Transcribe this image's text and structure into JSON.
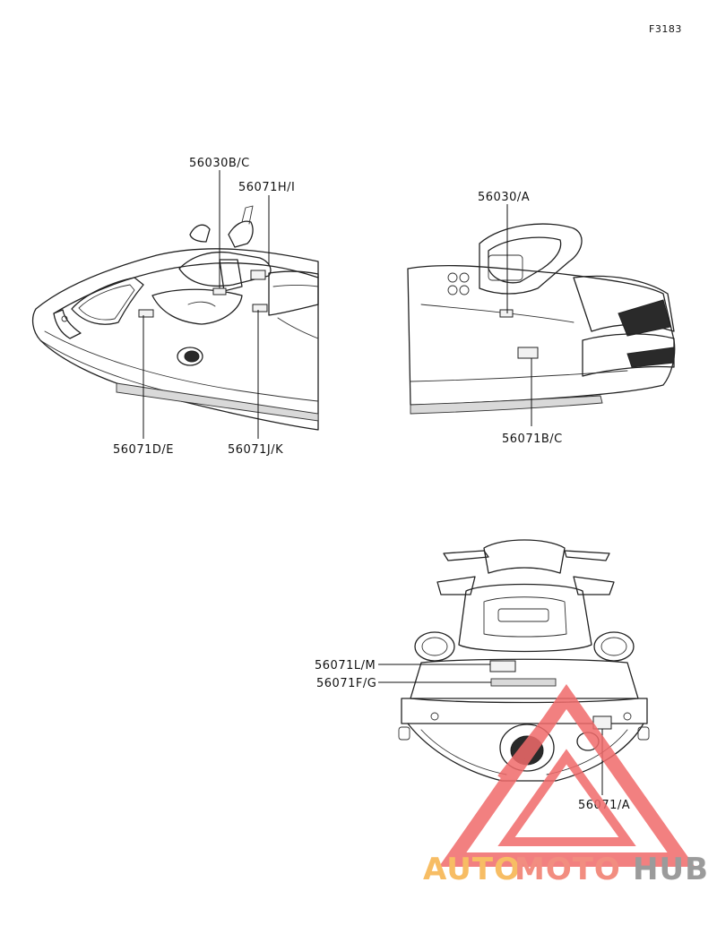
{
  "figure": {
    "code": "F3183"
  },
  "views": {
    "side_view": {
      "labels": {
        "l1": "56030B/C",
        "l2": "56071H/I",
        "l3": "56071D/E",
        "l4": "56071J/K"
      }
    },
    "rear_quarter_view": {
      "labels": {
        "l1": "56030/A",
        "l2": "56071B/C"
      }
    },
    "rear_view": {
      "labels": {
        "l1": "56071L/M",
        "l2": "56071F/G",
        "l3": "56071/A"
      }
    }
  },
  "watermark": {
    "part1": "AUTO",
    "part2": "MOTO",
    "part3": "HUB",
    "colors": {
      "auto": "#f6b24a",
      "moto": "#f07a6a",
      "hub": "#8a8a8a",
      "triangle": "#f06a6a"
    }
  }
}
